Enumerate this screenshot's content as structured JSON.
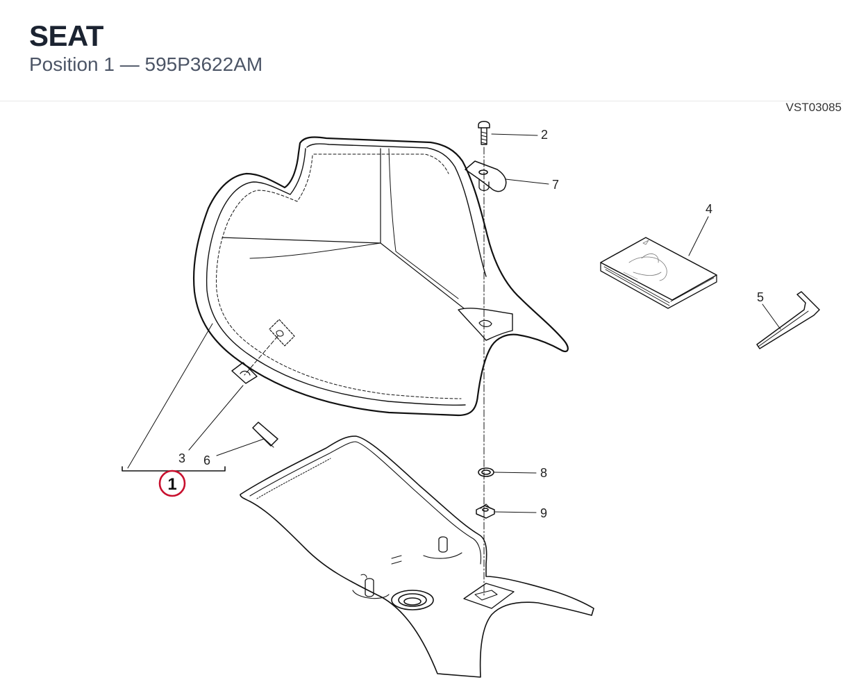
{
  "header": {
    "title": "SEAT",
    "subtitle": "Position 1 — 595P3622AM"
  },
  "diagram": {
    "code": "VST03085",
    "callouts": {
      "c1": "1",
      "c2": "2",
      "c3": "3",
      "c4": "4",
      "c5": "5",
      "c6": "6",
      "c7": "7",
      "c8": "8",
      "c9": "9"
    },
    "highlight_color": "#c8102e"
  }
}
